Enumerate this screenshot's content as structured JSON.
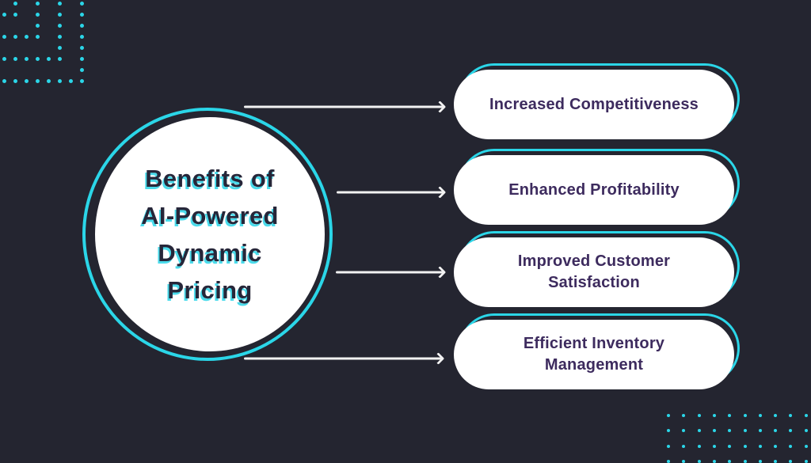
{
  "theme": {
    "background": "#242530",
    "accent_cyan": "#2BD6E8",
    "card_white": "#FFFFFF",
    "arrow_white": "#F2F2F2",
    "circle_text_color": "#262639",
    "pill_text_color": "#3D2B5E"
  },
  "center_circle": {
    "title": "Benefits of AI-Powered Dynamic Pricing",
    "title_lines": [
      "Benefits of",
      "AI-Powered",
      "Dynamic",
      "Pricing"
    ]
  },
  "benefits": [
    {
      "label": "Increased Competitiveness",
      "lines": [
        "Increased Competitiveness"
      ]
    },
    {
      "label": "Enhanced Profitability",
      "lines": [
        "Enhanced Profitability"
      ]
    },
    {
      "label": "Improved Customer Satisfaction",
      "lines": [
        "Improved Customer",
        "Satisfaction"
      ]
    },
    {
      "label": "Efficient Inventory Management",
      "lines": [
        "Efficient Inventory",
        "Management"
      ]
    }
  ],
  "decorations": {
    "top_left_dots": "concentric-square-rings",
    "bottom_right_dots": "grid"
  }
}
